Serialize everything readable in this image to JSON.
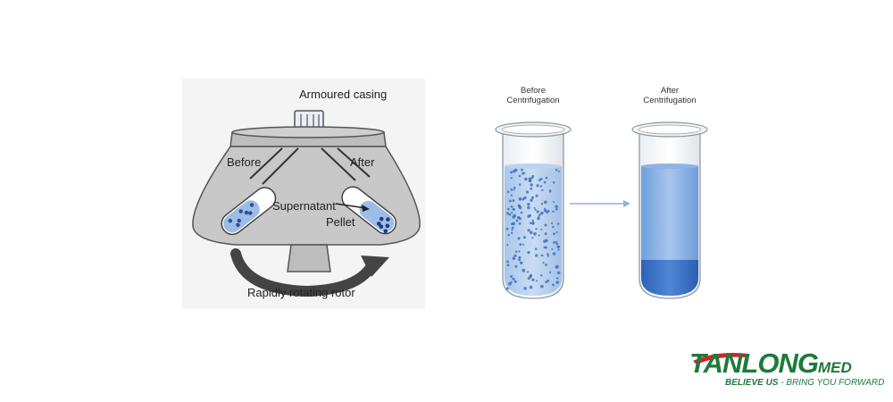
{
  "centrifuge": {
    "casing_label": "Armoured casing",
    "before_label": "Before",
    "after_label": "After",
    "supernatant_label": "Supernatant",
    "pellet_label": "Pellet",
    "rotor_label": "Rapidly rotating rotor"
  },
  "tubes": {
    "before_label_line1": "Before",
    "before_label_line2": "Centrifugation",
    "after_label_line1": "After",
    "after_label_line2": "Centrifugation"
  },
  "logo": {
    "name": "TANLONG",
    "suffix": "MED",
    "tagline_bold": "BELIEVE US",
    "tagline_rest": " - BRING YOU FORWARD"
  },
  "colors": {
    "liquid_light": "#b9d3ec",
    "liquid_mid": "#7fa8dd",
    "pellet": "#3c70c4",
    "logo_green": "#1f7a3c",
    "logo_red": "#d2232a"
  }
}
